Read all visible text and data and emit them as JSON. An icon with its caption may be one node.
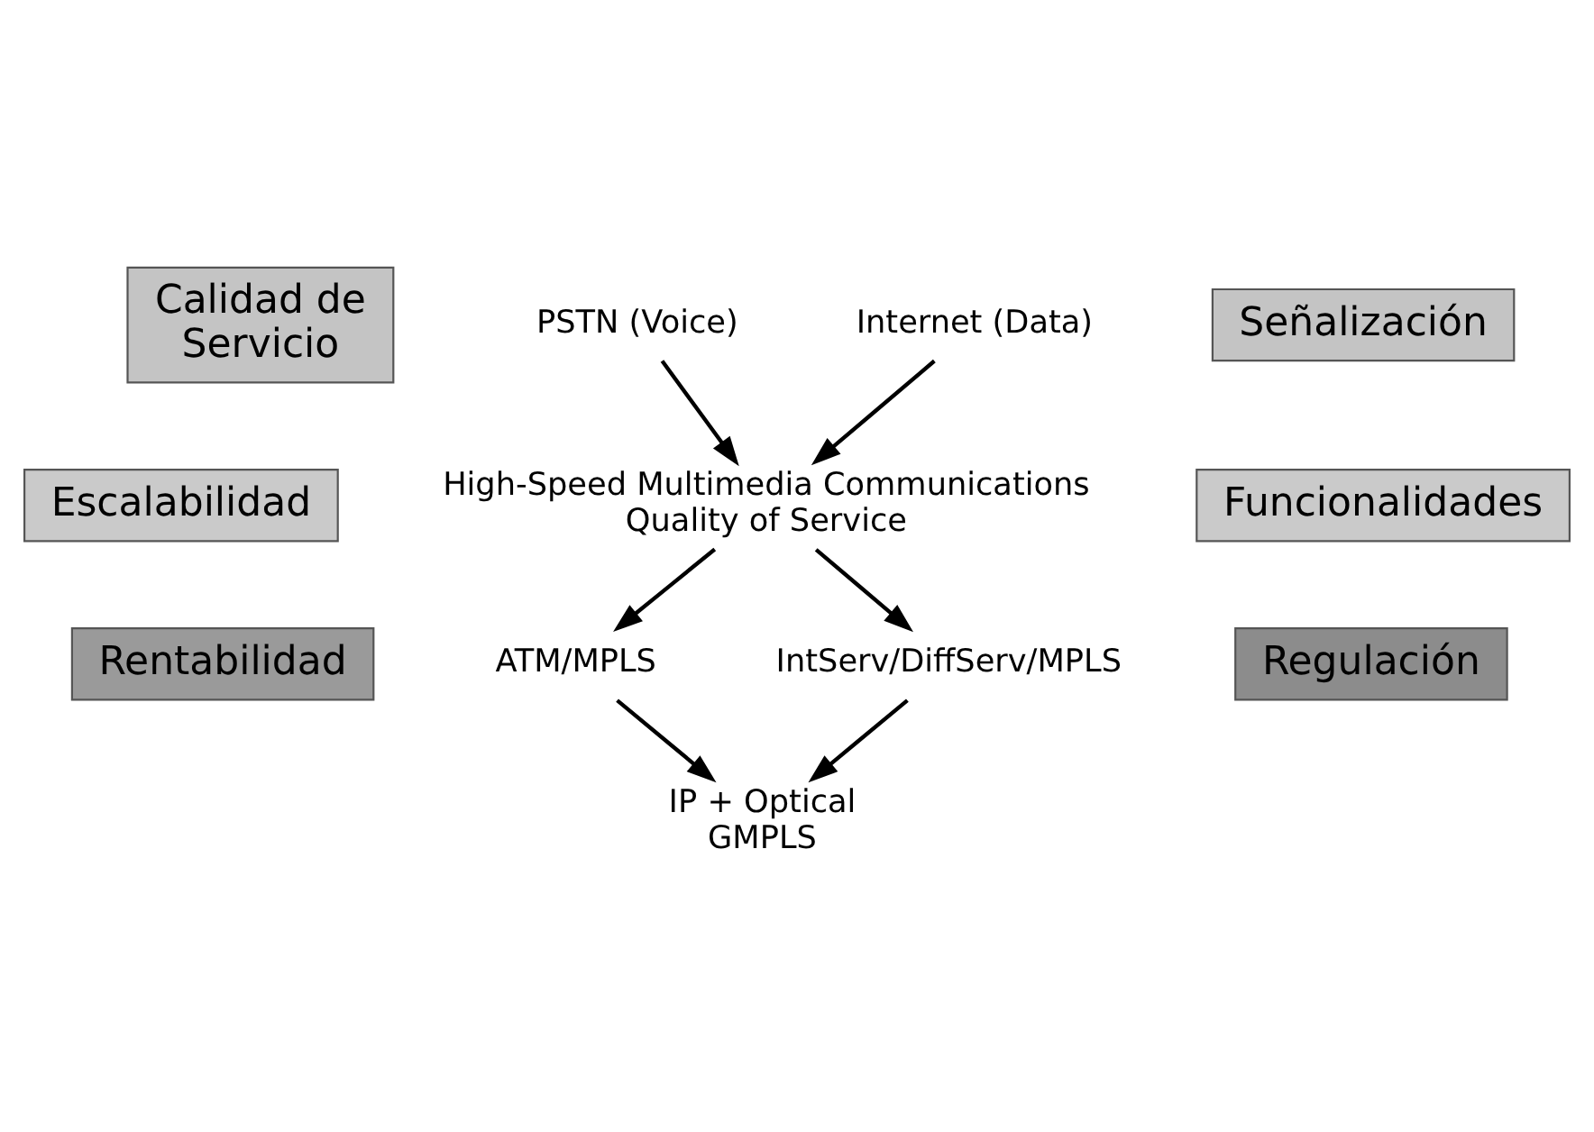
{
  "diagram": {
    "nodes": [
      {
        "text": [
          "PSTN (Voice)"
        ]
      },
      {
        "text": [
          "Internet (Data)"
        ]
      },
      {
        "text": [
          "Calidad de Servicio"
        ]
      },
      {
        "text": [
          "Señalización"
        ]
      },
      {
        "text": [
          "High-Speed Multimedia Communications Quality of Service"
        ]
      },
      {
        "text": [
          "Escalabilidad"
        ]
      },
      {
        "text": [
          "Funcionalidades"
        ]
      },
      {
        "text": [
          "ATM/MPLS"
        ]
      },
      {
        "text": [
          "IntServ/DiffServ/MPLS"
        ]
      },
      {
        "text": [
          "Rentabilidad"
        ]
      },
      {
        "text": [
          "Regulación"
        ]
      },
      {
        "text": [
          "IP + Optical GMPLS"
        ]
      }
    ],
    "edges": [
      {
        "from": 0,
        "to": 4,
        "arrow": "to"
      },
      {
        "from": 1,
        "to": 4,
        "arrow": "to"
      },
      {
        "from": 4,
        "to": 7,
        "arrow": "to"
      },
      {
        "from": 4,
        "to": 8,
        "arrow": "to"
      },
      {
        "from": 7,
        "to": 11,
        "arrow": "to"
      },
      {
        "from": 8,
        "to": 11,
        "arrow": "to"
      }
    ]
  }
}
